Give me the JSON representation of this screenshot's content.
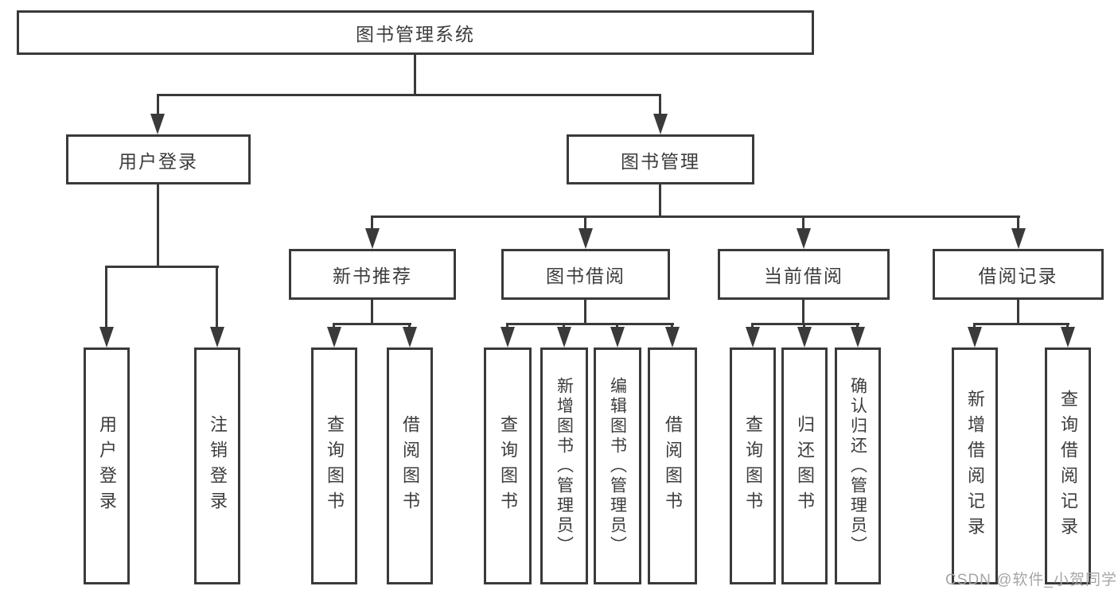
{
  "diagram": {
    "title": "图书管理系统",
    "root": "图书管理系统",
    "level2": {
      "user_login": "用户登录",
      "book_management": "图书管理"
    },
    "user_login_children": [
      "用户登录",
      "注销登录"
    ],
    "level3": [
      "新书推荐",
      "图书借阅",
      "当前借阅",
      "借阅记录"
    ],
    "new_book_children": [
      "查询图书",
      "借阅图书"
    ],
    "book_borrow_children": [
      "查询图书",
      "新增图书（管理员）",
      "编辑图书（管理员）",
      "借阅图书"
    ],
    "current_borrow_children": [
      "查询图书",
      "归还图书",
      "确认归还（管理员）"
    ],
    "borrow_record_children": [
      "新增借阅记录",
      "查询借阅记录"
    ]
  },
  "watermark": "CSDN @软件_小贺同学",
  "colors": {
    "line": "#3a3a3a",
    "text": "#3c3c3c",
    "watermark": "#a6a6a6",
    "background": "#ffffff"
  }
}
